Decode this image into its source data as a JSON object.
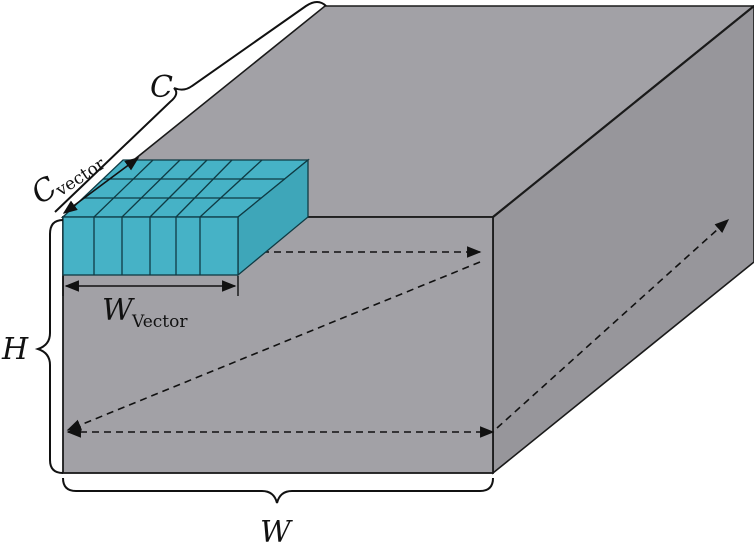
{
  "labels": {
    "c": "C",
    "c_vector_main": "C",
    "c_vector_sub": "vector",
    "h": "H",
    "w": "W",
    "w_vector_main": "W",
    "w_vector_sub": "Vector"
  },
  "colors": {
    "box_gray": "#a2a1a6",
    "box_edge": "#1a1a1a",
    "vector_block": "#46b2c6",
    "vector_block_edge": "#0f3b44"
  },
  "vector_block": {
    "rows": 3,
    "cols": 6
  }
}
